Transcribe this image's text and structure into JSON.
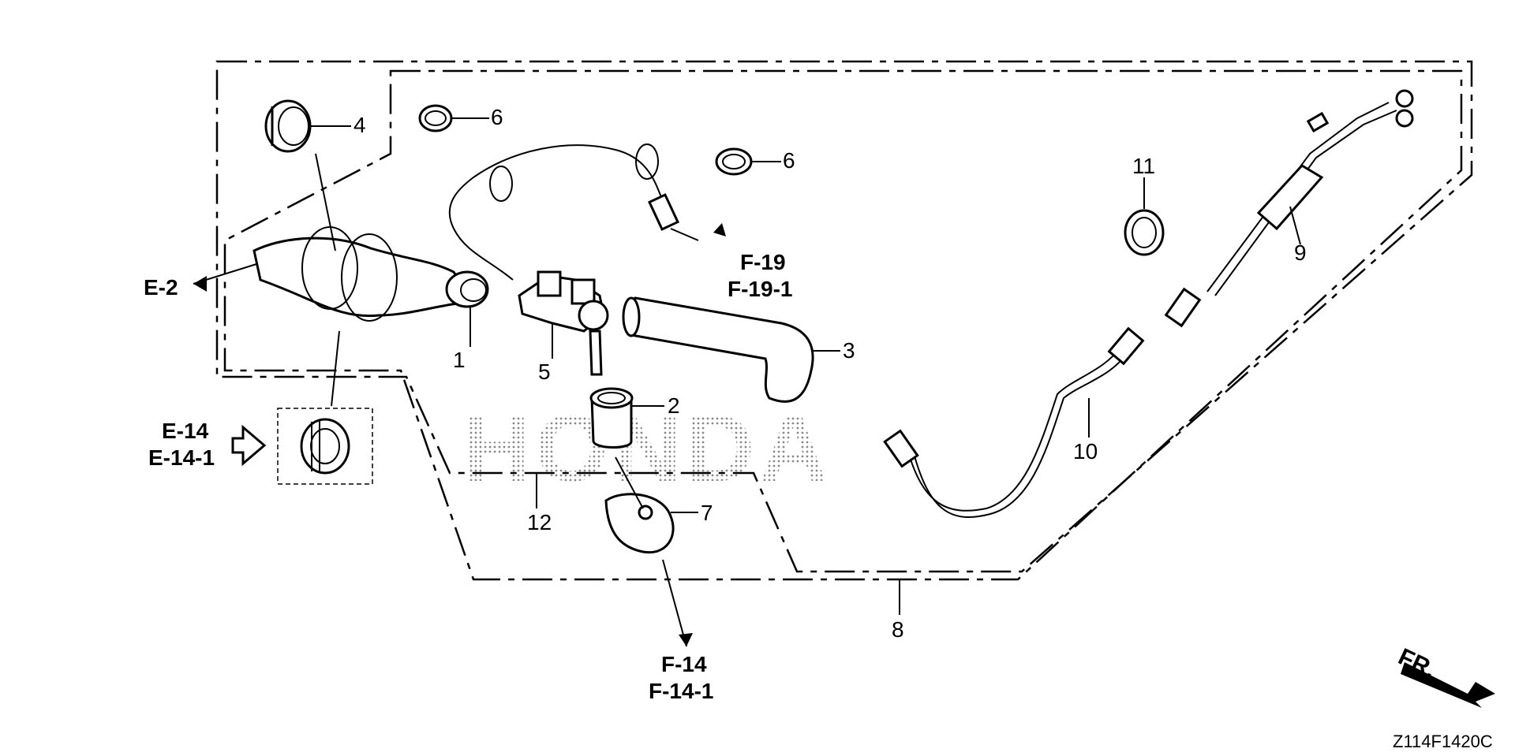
{
  "diagram": {
    "watermark": "HONDA",
    "part_labels": [
      "1",
      "2",
      "3",
      "4",
      "5",
      "6",
      "6",
      "7",
      "8",
      "9",
      "10",
      "11",
      "12"
    ],
    "refs": {
      "e2": "E-2",
      "e14": "E-14",
      "e14_1": "E-14-1",
      "f19": "F-19",
      "f19_1": "F-19-1",
      "f14": "F-14",
      "f14_1": "F-14-1"
    },
    "front_marker": "FR.",
    "drawing_code": "Z114F1420C"
  }
}
